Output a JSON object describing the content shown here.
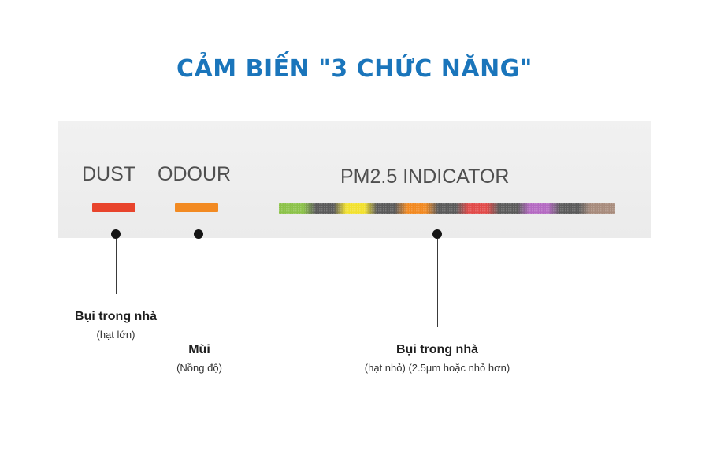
{
  "title": "CẢM BIẾN \"3 CHỨC NĂNG\"",
  "panel": {
    "dust_label": "DUST",
    "odour_label": "ODOUR",
    "pm_label": "PM2.5  INDICATOR"
  },
  "colors": {
    "title": "#1a75bb",
    "dust_strip": "#e8442c",
    "odour_strip": "#f28a22",
    "pm_segments": [
      "#8cc24a",
      "#5b5b5b",
      "#f2e12f",
      "#5b5b5b",
      "#f28a22",
      "#5b5b5b",
      "#e14b4a",
      "#5b5b5b",
      "#b46ac2",
      "#5b5b5b",
      "#a88c7d"
    ]
  },
  "captions": {
    "dust": {
      "main": "Bụi trong nhà",
      "sub": "(hạt lớn)"
    },
    "odour": {
      "main": "Mùi",
      "sub": "(Nồng độ)"
    },
    "pm": {
      "main": "Bụi trong nhà",
      "sub": "(hạt nhỏ) (2.5µm hoặc nhỏ hơn)"
    }
  }
}
